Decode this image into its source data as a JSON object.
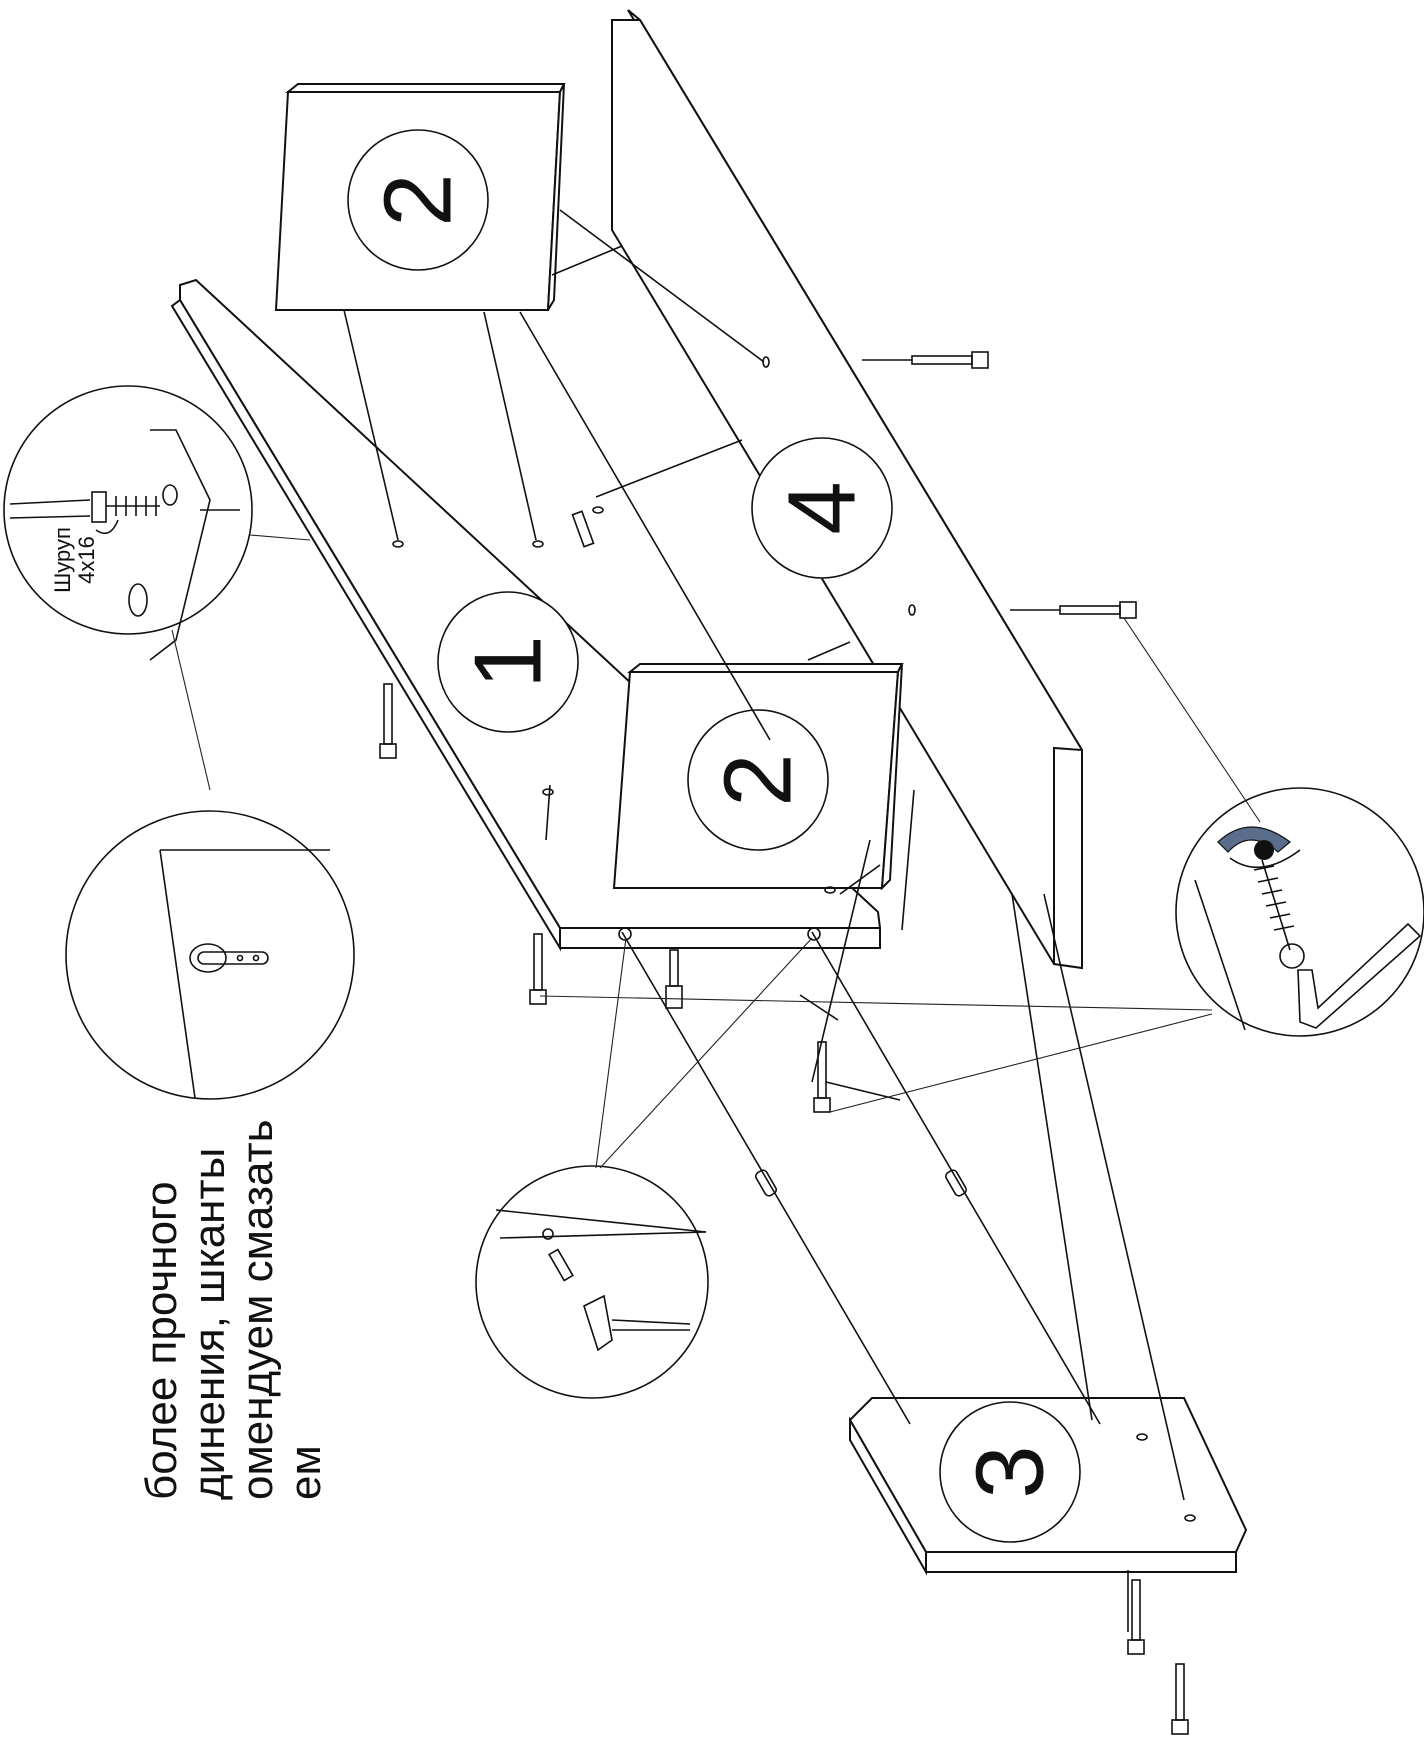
{
  "part_labels": {
    "part1": "1",
    "part2_top": "2",
    "part2_mid": "2",
    "part3": "3",
    "part4": "4"
  },
  "screw_label": {
    "line1": "Шуруп",
    "line2": "4x16"
  },
  "note_lines": [
    "более прочного",
    "динения, шканты",
    "омендуем смазать",
    "ем"
  ],
  "colors": {
    "line": "#111111",
    "arrow_fill": "#5a6e8c"
  }
}
